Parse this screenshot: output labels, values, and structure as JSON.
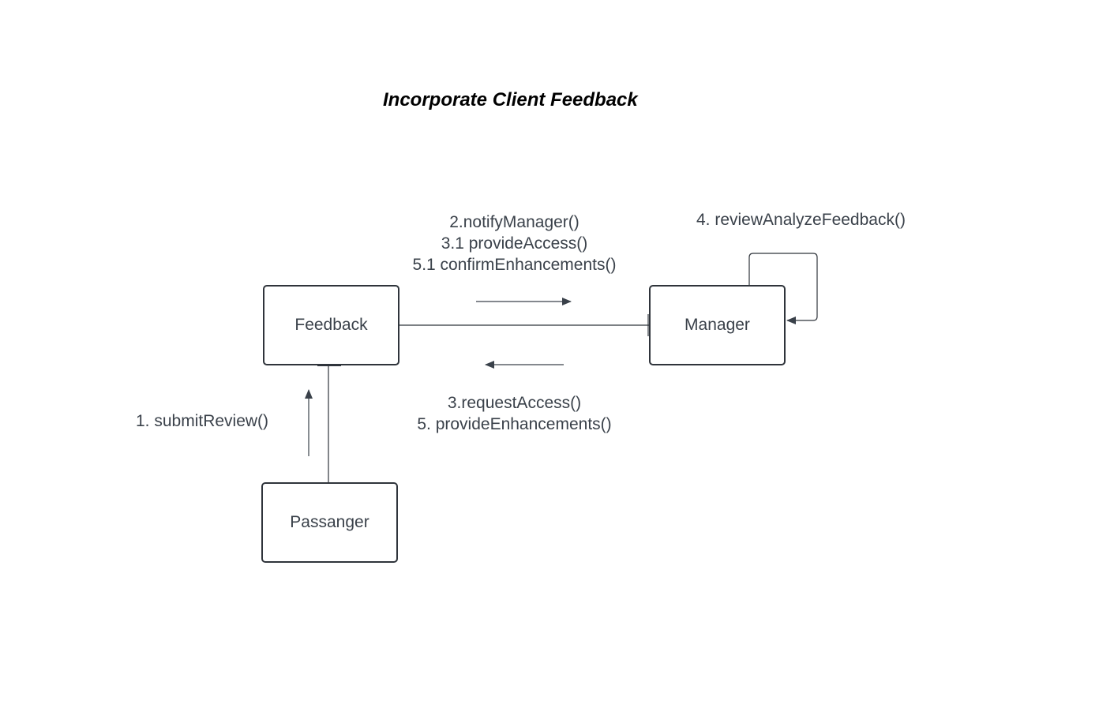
{
  "title": "Incorporate Client Feedback",
  "objects": {
    "feedback": "Feedback",
    "manager": "Manager",
    "passanger": "Passanger"
  },
  "messages": {
    "feedback_to_manager": [
      "2.notifyManager()",
      "3.1 provideAccess()",
      "5.1 confirmEnhancements()"
    ],
    "manager_to_feedback": [
      "3.requestAccess()",
      "5. provideEnhancements()"
    ],
    "manager_self": "4. reviewAnalyzeFeedback()",
    "passanger_to_feedback": "1. submitReview()"
  },
  "colors": {
    "stroke": "#2f343b",
    "text": "#3a414a",
    "title": "#000000"
  }
}
